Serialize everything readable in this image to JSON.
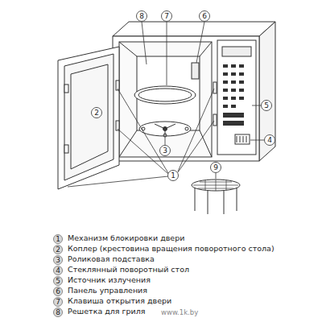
{
  "diagram": {
    "nodes": [
      {
        "text": [
          "8"
        ]
      },
      {
        "text": [
          "7"
        ]
      },
      {
        "text": [
          "6"
        ]
      },
      {
        "text": [
          "2"
        ]
      },
      {
        "text": [
          "5"
        ]
      },
      {
        "text": [
          "4"
        ]
      },
      {
        "text": [
          "3"
        ]
      },
      {
        "text": [
          "1"
        ]
      },
      {
        "text": [
          "9"
        ]
      },
      {
        "text": [
          "1"
        ]
      },
      {
        "text": [
          "2"
        ]
      },
      {
        "text": [
          "3"
        ]
      },
      {
        "text": [
          "4"
        ]
      },
      {
        "text": [
          "5"
        ]
      },
      {
        "text": [
          "6"
        ]
      },
      {
        "text": [
          "7"
        ]
      },
      {
        "text": [
          "8"
        ]
      }
    ],
    "labels": [
      "Механизм блокировки двери",
      "Коплер (крестовина вращения поворотного стола)",
      "Роликовая подставка",
      "Стеклянный поворотный стол",
      "Источник излучения",
      "Панель управления",
      "Клавиша открытия двери",
      "Решетка для гриля",
      "www.1k.by"
    ]
  }
}
